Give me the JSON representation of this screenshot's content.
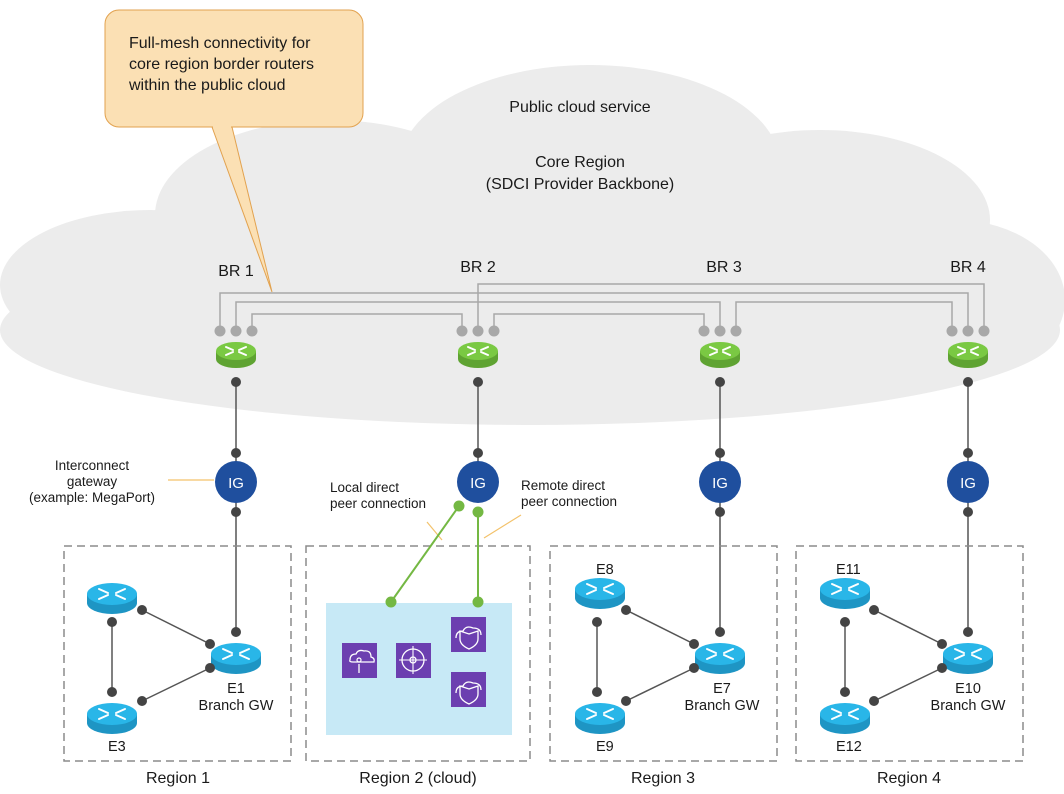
{
  "callout": {
    "lines": [
      "Full-mesh connectivity for",
      "core region border routers",
      "within the public cloud"
    ]
  },
  "cloud": {
    "title": "Public cloud service",
    "core_line1": "Core Region",
    "core_line2": "(SDCI Provider Backbone)"
  },
  "border_routers": [
    {
      "label": "BR 1"
    },
    {
      "label": "BR 2"
    },
    {
      "label": "BR 3"
    },
    {
      "label": "BR 4"
    }
  ],
  "interconnect": {
    "node_label": "IG",
    "note_lines": [
      "Interconnect",
      "gateway",
      "(example: MegaPort)"
    ]
  },
  "peer": {
    "local_lines": [
      "Local direct",
      "peer connection"
    ],
    "remote_lines": [
      "Remote direct",
      "peer connection"
    ]
  },
  "regions": [
    {
      "label": "Region 1"
    },
    {
      "label": "Region 2 (cloud)"
    },
    {
      "label": "Region 3"
    },
    {
      "label": "Region 4"
    }
  ],
  "edges": {
    "e1": "E1",
    "e3": "E3",
    "e7": "E7",
    "e8": "E8",
    "e9": "E9",
    "e10": "E10",
    "e11": "E11",
    "e12": "E12",
    "branch_gw": "Branch GW"
  },
  "colors": {
    "router_green": "#7ac943",
    "router_blue": "#29b6e8",
    "ig_blue": "#1f4f9e",
    "cloud_gray": "#ececec",
    "callout_fill": "#fbe0b4",
    "peer_green": "#74b843",
    "cloud_panel": "#c7e9f6",
    "service_purple": "#6c3fb0"
  },
  "icons": [
    "router-icon",
    "cloud-service-icon",
    "hub-icon",
    "cloud-shield-icon"
  ]
}
